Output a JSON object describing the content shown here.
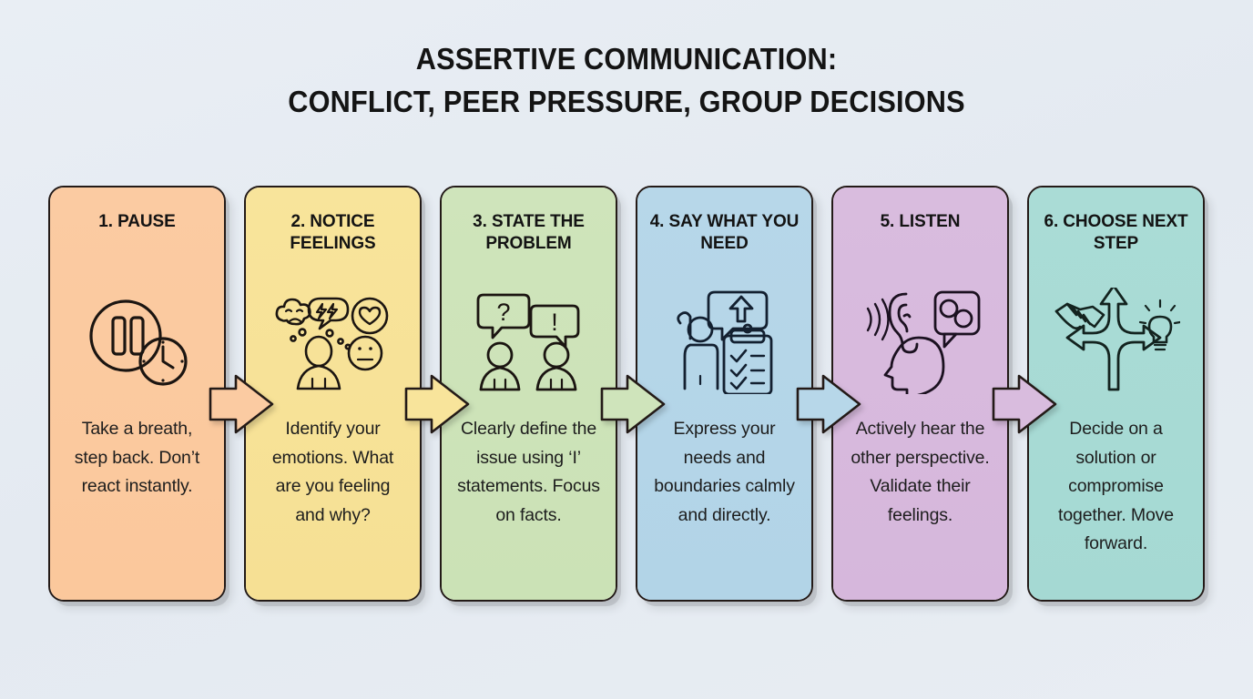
{
  "title": {
    "line1": "ASSERTIVE COMMUNICATION:",
    "line2": "CONFLICT, PEER PRESSURE, GROUP DECISIONS"
  },
  "background_color": "#e6ecf2",
  "steps": [
    {
      "title": "1. PAUSE",
      "description": "Take a breath, step back. Don’t react instantly.",
      "color": "#fbcba2",
      "color_bottom": "#fbc89c",
      "icon": "pause-circle-clock-icon"
    },
    {
      "title": "2. NOTICE FEELINGS",
      "description": "Identify your emotions. What are you feeling and why?",
      "color": "#f8e49b",
      "color_bottom": "#f6e094",
      "icon": "person-emotion-bubbles-icon"
    },
    {
      "title": "3. STATE THE PROBLEM",
      "description": "Clearly define the issue using ‘I’ statements. Focus on facts.",
      "color": "#cfe4bb",
      "color_bottom": "#cbe2b6",
      "icon": "two-people-speech-bubbles-icon"
    },
    {
      "title": "4. SAY WHAT YOU NEED",
      "description": "Express your needs and boundaries calmly and directly.",
      "color": "#b7d7e9",
      "color_bottom": "#b2d4e7",
      "icon": "person-raised-hand-clipboard-icon"
    },
    {
      "title": "5. LISTEN",
      "description": "Actively hear the other perspective. Validate their feelings.",
      "color": "#d9bcde",
      "color_bottom": "#d6b7dc",
      "icon": "ear-head-speech-bubbles-icon"
    },
    {
      "title": "6. CHOOSE NEXT STEP",
      "description": "Decide on a solution or compromise together. Move forward.",
      "color": "#aadcd6",
      "color_bottom": "#a5d9d3",
      "icon": "handshake-fork-arrow-lightbulb-icon"
    }
  ],
  "connectors": [
    {
      "name": "arrow-1-to-2",
      "fill": "#fbcba2"
    },
    {
      "name": "arrow-2-to-3",
      "fill": "#f8e49b"
    },
    {
      "name": "arrow-3-to-4",
      "fill": "#cfe4bb"
    },
    {
      "name": "arrow-4-to-5",
      "fill": "#b7d7e9"
    },
    {
      "name": "arrow-5-to-6",
      "fill": "#d9bcde"
    }
  ]
}
